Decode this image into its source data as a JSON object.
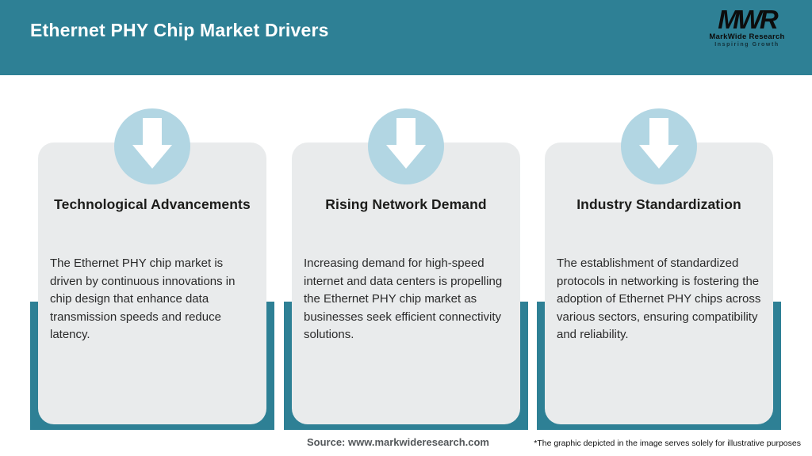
{
  "header": {
    "title": "Ethernet PHY Chip Market Drivers",
    "logo": {
      "monogram": "MWR",
      "name": "MarkWide Research",
      "tagline": "Inspiring Growth"
    }
  },
  "cards": [
    {
      "icon": "arrow-down-icon",
      "title": "Technological Advancements",
      "body": "The Ethernet PHY chip market is driven by continuous innovations in chip design that enhance data transmission speeds and reduce latency."
    },
    {
      "icon": "arrow-down-icon",
      "title": "Rising Network Demand",
      "body": "Increasing demand for high-speed internet and data centers is propelling the Ethernet PHY chip market as businesses seek efficient connectivity solutions."
    },
    {
      "icon": "arrow-down-icon",
      "title": "Industry Standardization",
      "body": "The establishment of standardized protocols in networking is fostering the adoption of Ethernet PHY chips across various sectors, ensuring compatibility and reliability."
    }
  ],
  "footer": {
    "source": "Source: www.markwideresearch.com",
    "disclaimer": "*The graphic depicted in the image serves solely for illustrative purposes"
  },
  "colors": {
    "header_teal": "#2E8095",
    "ribbon_teal": "#2E8095",
    "card_bg": "#E9EBEC",
    "icon_circle_blue": "#B2D6E3",
    "arrow_white": "#FFFFFF",
    "title_text": "#FFFFFF",
    "heading_text": "#1C1C1A",
    "body_text": "#2A2A2A"
  }
}
